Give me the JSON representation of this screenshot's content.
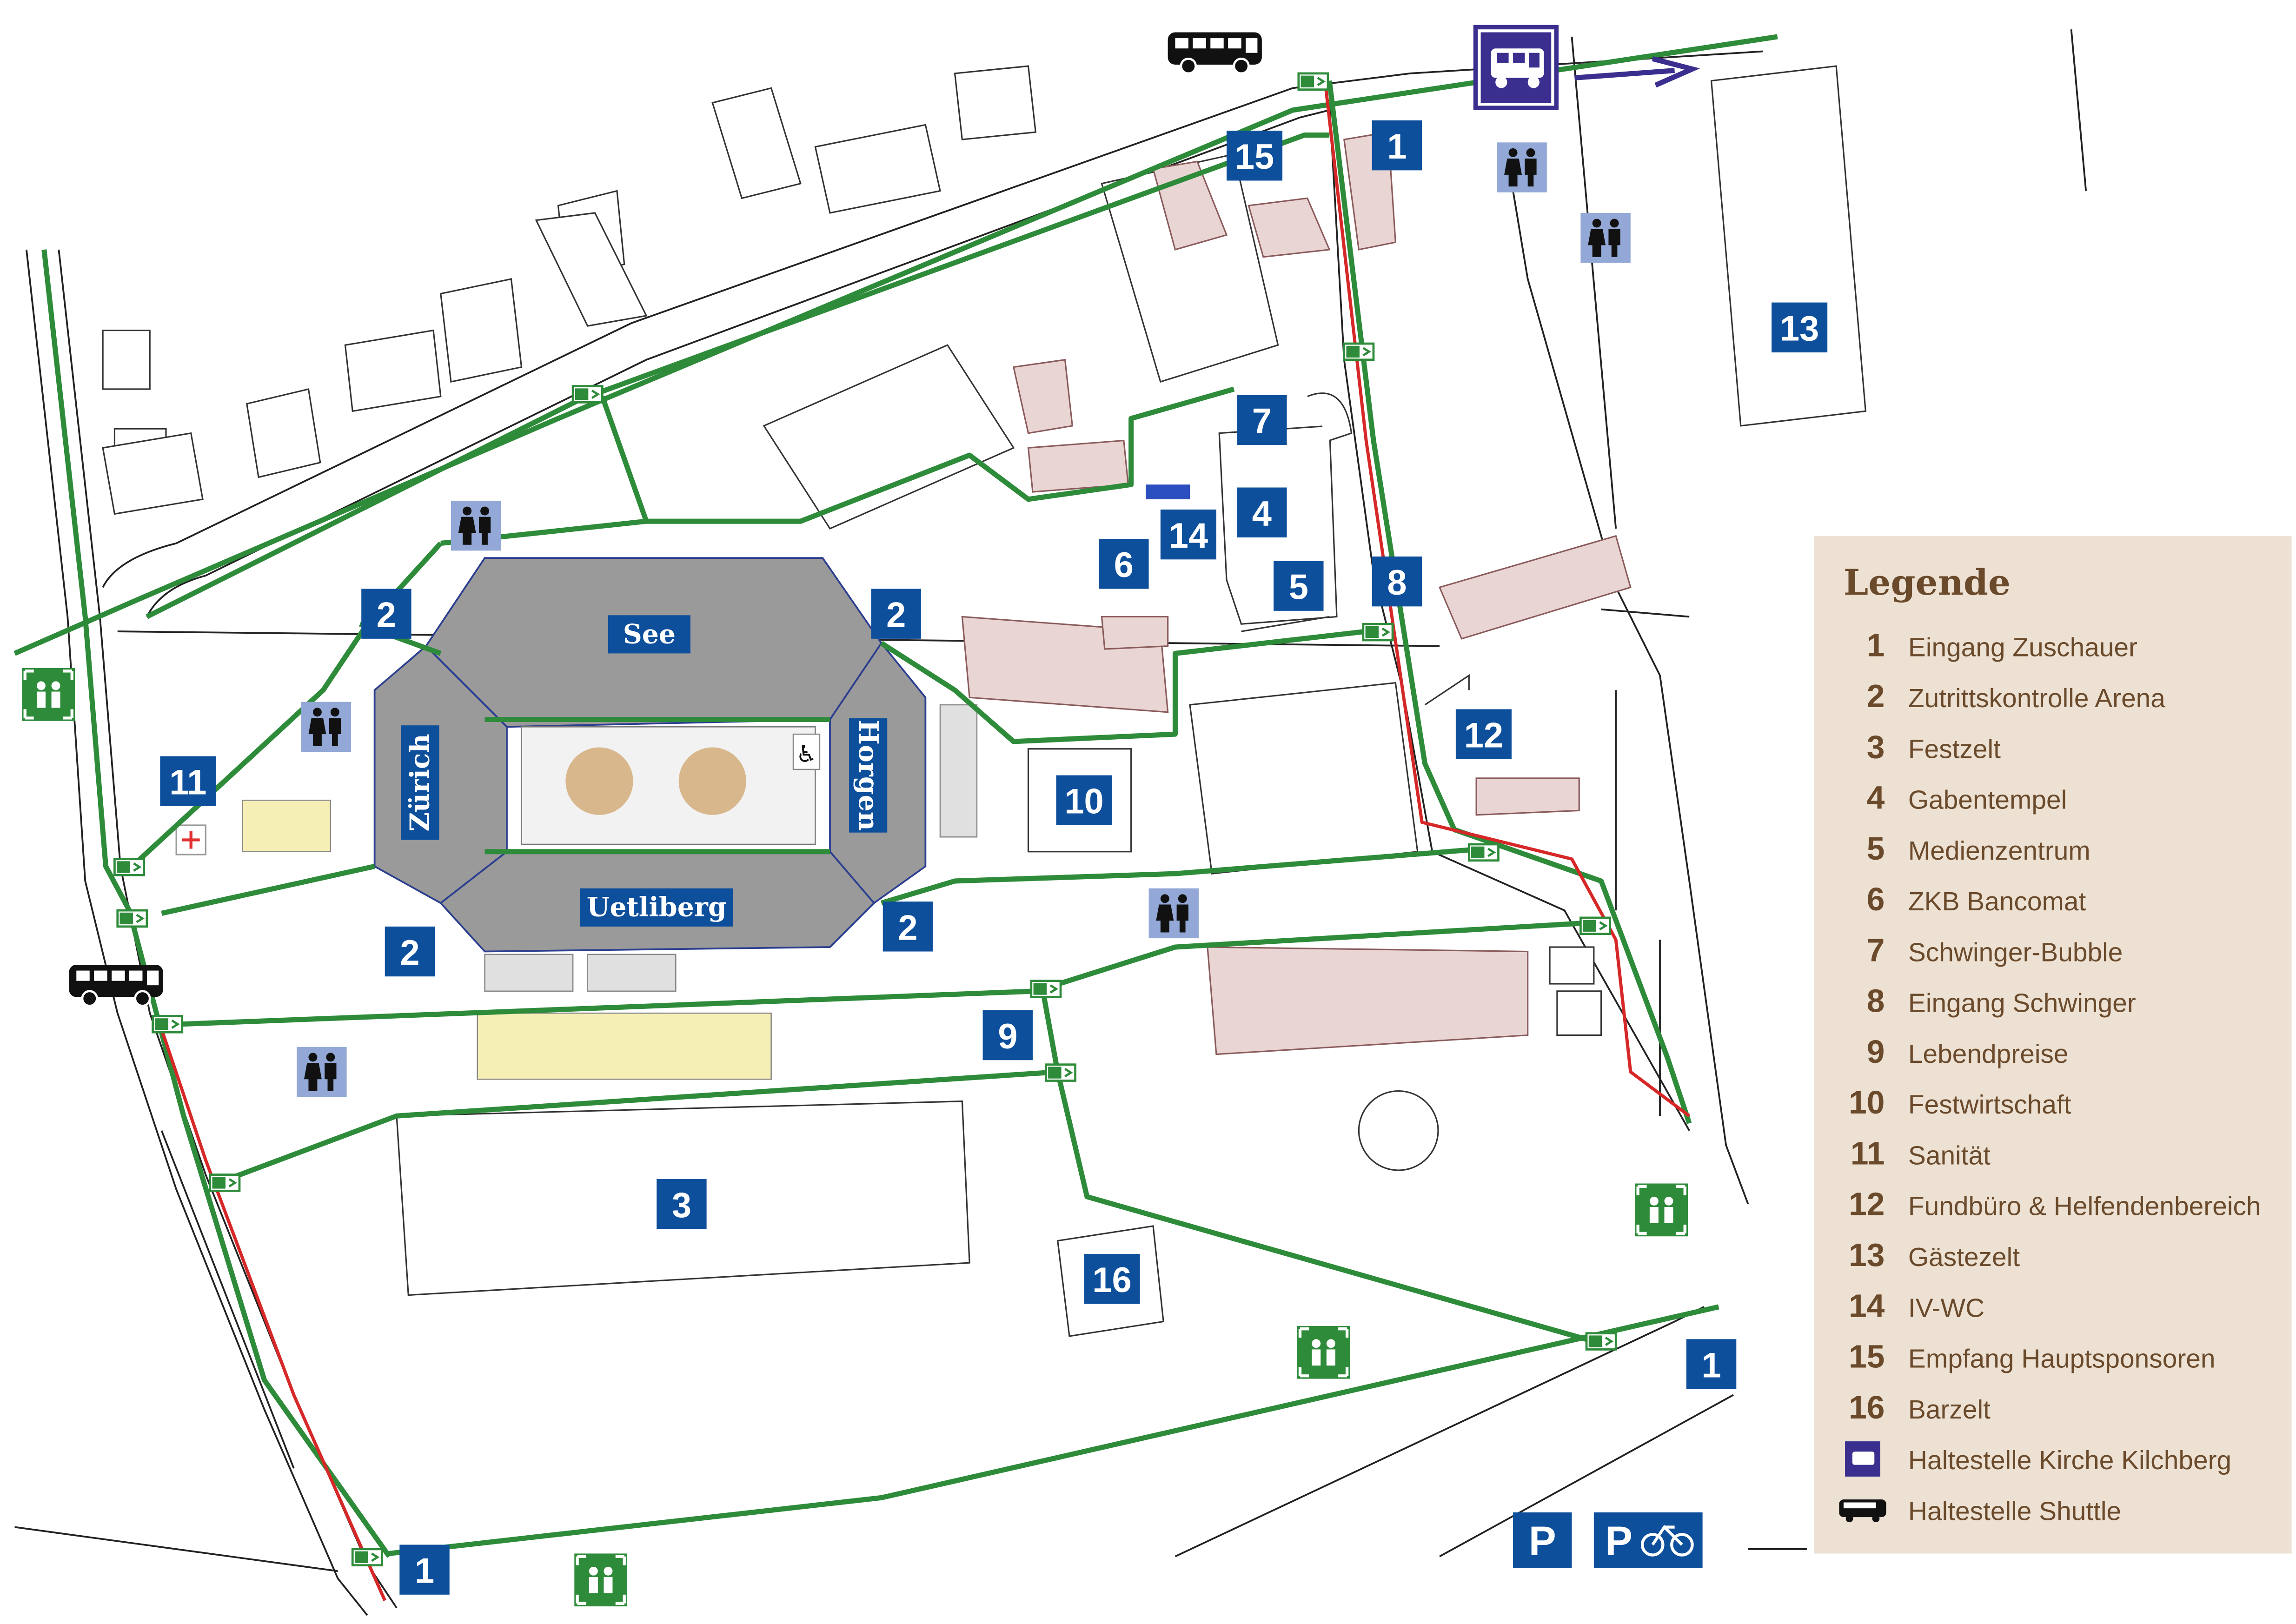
{
  "map": {
    "colors": {
      "path_green": "#2e8b3a",
      "route_red": "#d62828",
      "marker_blue": "#0e4f9c",
      "building_pink": "#ead5d5",
      "legend_bg": "#ece1d2",
      "legend_text": "#6b4a2c",
      "grandstand_gray": "#9a9a9a",
      "ring_tan": "#d8b78d",
      "assembly_green": "#2e8b3a",
      "wc_bg": "#93a8d6",
      "bus_stop_purple": "#3a2f8f"
    },
    "markers": [
      "1",
      "1",
      "1",
      "2",
      "2",
      "2",
      "2",
      "3",
      "4",
      "5",
      "6",
      "7",
      "8",
      "9",
      "10",
      "11",
      "12",
      "13",
      "14",
      "15",
      "16"
    ],
    "sectors": [
      "See",
      "Zürich",
      "Horgen",
      "Uetliberg"
    ],
    "parking": {
      "p1": "P",
      "p2": "P"
    },
    "icons": [
      "bus-icon",
      "bus-stop-icon",
      "wc-icon",
      "assembly-point-icon",
      "emergency-exit-icon",
      "wheelchair-icon",
      "bicycle-icon",
      "first-aid-icon",
      "arrow-right-icon"
    ]
  },
  "legend": {
    "title": "Legende",
    "items": [
      {
        "num": "1",
        "label": "Eingang Zuschauer"
      },
      {
        "num": "2",
        "label": "Zutrittskontrolle Arena"
      },
      {
        "num": "3",
        "label": "Festzelt"
      },
      {
        "num": "4",
        "label": "Gabentempel"
      },
      {
        "num": "5",
        "label": "Medienzentrum"
      },
      {
        "num": "6",
        "label": "ZKB Bancomat"
      },
      {
        "num": "7",
        "label": "Schwinger-Bubble"
      },
      {
        "num": "8",
        "label": "Eingang Schwinger"
      },
      {
        "num": "9",
        "label": "Lebendpreise"
      },
      {
        "num": "10",
        "label": "Festwirtschaft"
      },
      {
        "num": "11",
        "label": "Sanität"
      },
      {
        "num": "12",
        "label": "Fundbüro & Helfendenbereich"
      },
      {
        "num": "13",
        "label": "Gästezelt"
      },
      {
        "num": "14",
        "label": "IV-WC"
      },
      {
        "num": "15",
        "label": "Empfang Hauptsponsoren"
      },
      {
        "num": "16",
        "label": "Barzelt"
      },
      {
        "icon": "bus-stop-icon",
        "label": "Haltestelle Kirche Kilchberg"
      },
      {
        "icon": "bus-icon",
        "label": "Haltestelle Shuttle"
      }
    ]
  }
}
